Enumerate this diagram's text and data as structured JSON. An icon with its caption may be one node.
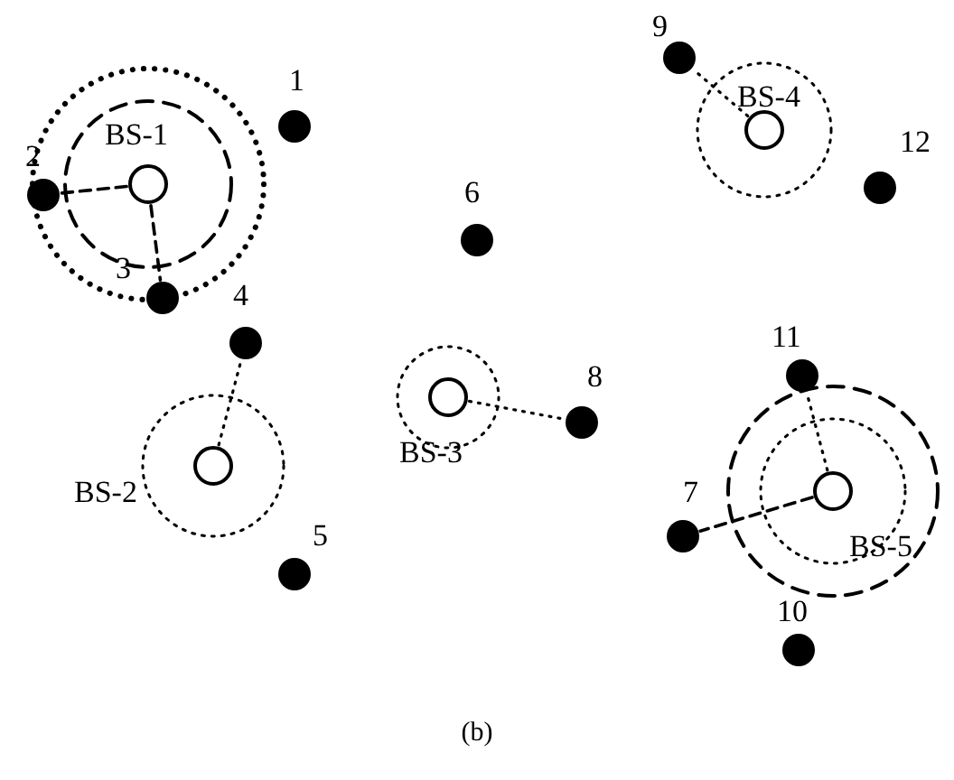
{
  "diagram": {
    "caption": "(b)",
    "nodes": [
      {
        "text": [
          "BS-1"
        ]
      },
      {
        "text": [
          "BS-2"
        ]
      },
      {
        "text": [
          "BS-3"
        ]
      },
      {
        "text": [
          "BS-4"
        ]
      },
      {
        "text": [
          "BS-5"
        ]
      },
      {
        "text": [
          "1"
        ]
      },
      {
        "text": [
          "2"
        ]
      },
      {
        "text": [
          "3"
        ]
      },
      {
        "text": [
          "4"
        ]
      },
      {
        "text": [
          "5"
        ]
      },
      {
        "text": [
          "6"
        ]
      },
      {
        "text": [
          "7"
        ]
      },
      {
        "text": [
          "8"
        ]
      },
      {
        "text": [
          "9"
        ]
      },
      {
        "text": [
          "10"
        ]
      },
      {
        "text": [
          "11"
        ]
      },
      {
        "text": [
          "12"
        ]
      }
    ],
    "edges": [
      {
        "from": 0,
        "to": 6,
        "arrow": "none",
        "style": "dashed"
      },
      {
        "from": 0,
        "to": 7,
        "arrow": "none",
        "style": "dashed"
      },
      {
        "from": 1,
        "to": 8,
        "arrow": "none"
      },
      {
        "from": 2,
        "to": 12,
        "arrow": "none"
      },
      {
        "from": 3,
        "to": 13,
        "arrow": "none"
      },
      {
        "from": 4,
        "to": 15,
        "arrow": "none"
      },
      {
        "from": 4,
        "to": 11,
        "arrow": "none",
        "style": "dashed"
      }
    ]
  }
}
